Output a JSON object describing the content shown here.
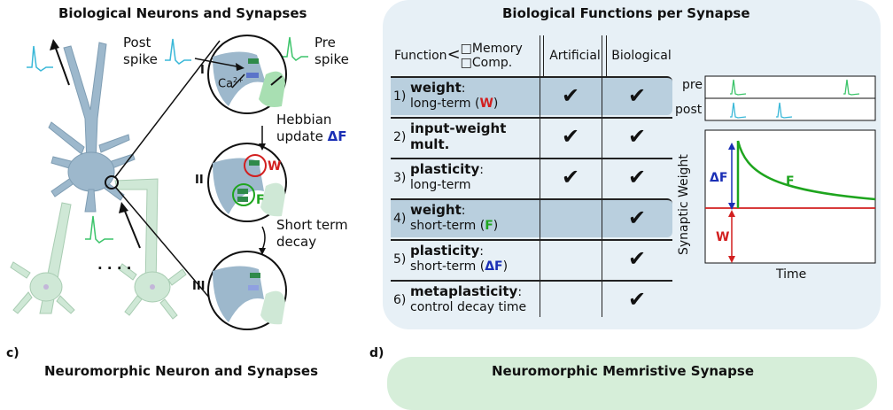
{
  "left": {
    "title": "Biological Neurons and Synapses",
    "post_spike": [
      "Post",
      "spike"
    ],
    "pre_spike": [
      "Pre",
      "spike"
    ],
    "ca": "Ca",
    "ca_sup": "2+",
    "stage_i": "I",
    "stage_ii": "II",
    "stage_iii": "III",
    "hebbian": [
      "Hebbian",
      "update"
    ],
    "delta_f": "ΔF",
    "w_label": "W",
    "f_label": "F",
    "short_term": [
      "Short term",
      "decay"
    ],
    "dots": "· · · ·"
  },
  "right": {
    "title": "Biological Functions per Synapse",
    "header": {
      "function": "Function",
      "memory": "Memory",
      "comp": "Comp.",
      "artificial": "Artificial",
      "biological": "Biological"
    },
    "check": "✔",
    "rows": [
      {
        "num": "1)",
        "bold": "weight",
        "after_bold": ":",
        "line2": "long-term (",
        "mark": "W",
        "close": ")",
        "artificial": true,
        "biological": true
      },
      {
        "num": "2)",
        "bold": "input-weight",
        "after_bold": "",
        "line2": "",
        "bold2": "mult.",
        "mark": "",
        "close": "",
        "artificial": true,
        "biological": true
      },
      {
        "num": "3)",
        "bold": "plasticity",
        "after_bold": ":",
        "line2": "long-term",
        "mark": "",
        "close": "",
        "artificial": true,
        "biological": true
      },
      {
        "num": "4)",
        "bold": "weight",
        "after_bold": ":",
        "line2": "short-term (",
        "mark": "F",
        "close": ")",
        "artificial": false,
        "biological": true
      },
      {
        "num": "5)",
        "bold": "plasticity",
        "after_bold": ":",
        "line2": "short-term (",
        "mark": "ΔF",
        "close": ")",
        "artificial": false,
        "biological": true
      },
      {
        "num": "6)",
        "bold": "metaplasticity",
        "after_bold": ":",
        "line2": "control decay time",
        "mark": "",
        "close": "",
        "artificial": false,
        "biological": true
      }
    ],
    "spikes": {
      "pre": "pre",
      "post": "post"
    },
    "plot": {
      "ylabel": "Synaptic Weight",
      "xlabel": "Time",
      "delta_f": "ΔF",
      "f": "F",
      "w": "W"
    }
  },
  "bottom": {
    "c_label": "c)",
    "c_title": "Neuromorphic Neuron and Synapses",
    "d_label": "d)",
    "d_title": "Neuromorphic Memristive Synapse"
  },
  "colors": {
    "neuron_blue": "#9db8cc",
    "neuron_green": "#cfe8d6",
    "spike_cyan": "#3ab8d8",
    "spike_green": "#3cc46a",
    "red": "#d21f1f",
    "green": "#1ea51e",
    "blue": "#1a2fb5",
    "row_highlight": "#b9cfde",
    "panel_bg": "#e7f0f6",
    "panel_green": "#d6eed9"
  }
}
